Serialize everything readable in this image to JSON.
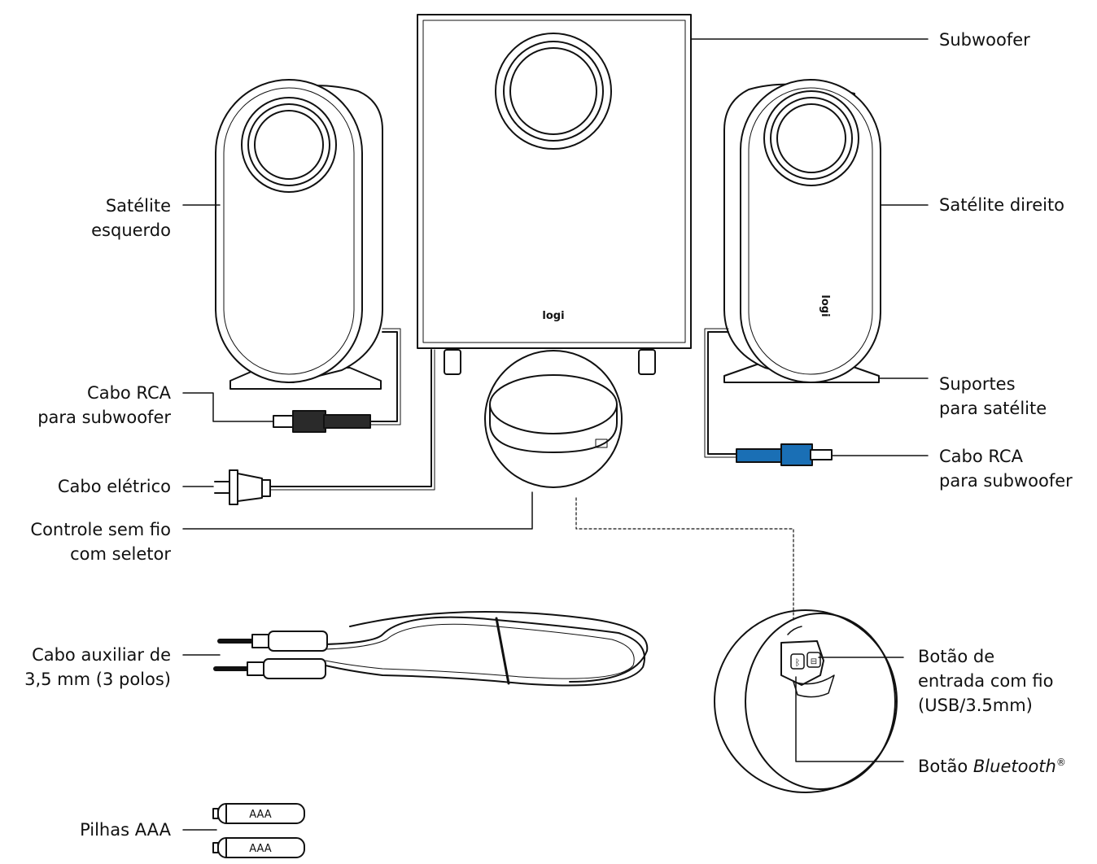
{
  "labels": {
    "left_satellite": [
      "Satélite",
      "esquerdo"
    ],
    "rca_left": [
      "Cabo RCA",
      "para subwoofer"
    ],
    "power_cable": "Cabo elétrico",
    "wireless_control": [
      "Controle sem fio",
      "com seletor"
    ],
    "aux_cable": [
      "Cabo auxiliar de",
      "3,5 mm (3 polos)"
    ],
    "batteries": "Pilhas AAA",
    "subwoofer": "Subwoofer",
    "right_satellite": "Satélite direito",
    "stands": [
      "Suportes",
      "para satélite"
    ],
    "rca_right": [
      "Cabo RCA",
      "para subwoofer"
    ],
    "wired_input_button": [
      "Botão de",
      "entrada com fio",
      "(USB/3.5mm)"
    ],
    "bluetooth_button_prefix": "Botão ",
    "bluetooth_button_italic": "Bluetooth",
    "bluetooth_button_mark": "®"
  },
  "brand_text": "logi",
  "battery_text": "AAA",
  "colors": {
    "line": "#111111",
    "rca_black": "#2a2a2a",
    "rca_blue": "#1a6fb5"
  }
}
